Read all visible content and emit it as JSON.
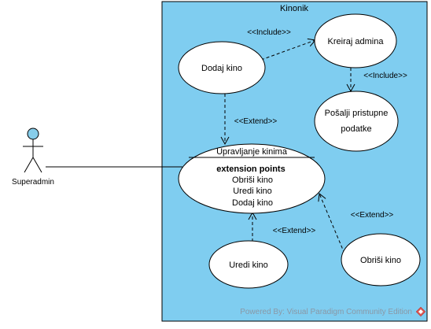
{
  "system": {
    "title": "Kinonik"
  },
  "actor": {
    "name": "Superadmin"
  },
  "use_cases": {
    "dodaj_kino": "Dodaj kino",
    "kreiraj_admina": "Kreiraj admina",
    "posalji_line1": "Pošalji pristupne",
    "posalji_line2": "podatke",
    "upravljanje": {
      "name": "Upravljanje kinima",
      "ext_header": "extension points",
      "ext_points": [
        "Obriši kino",
        "Uredi kino",
        "Dodaj kino"
      ]
    },
    "uredi_kino": "Uredi kino",
    "obrisi_kino": "Obriši kino"
  },
  "relations": {
    "include_1": "<<Include>>",
    "include_2": "<<Include>>",
    "extend_dodaj": "<<Extend>>",
    "extend_uredi": "<<Extend>>",
    "extend_obrisi": "<<Extend>>"
  },
  "watermark": "Powered By: Visual Paradigm Community Edition",
  "colors": {
    "system_fill": "#7fcdf0",
    "actor_head": "#87cdea"
  }
}
